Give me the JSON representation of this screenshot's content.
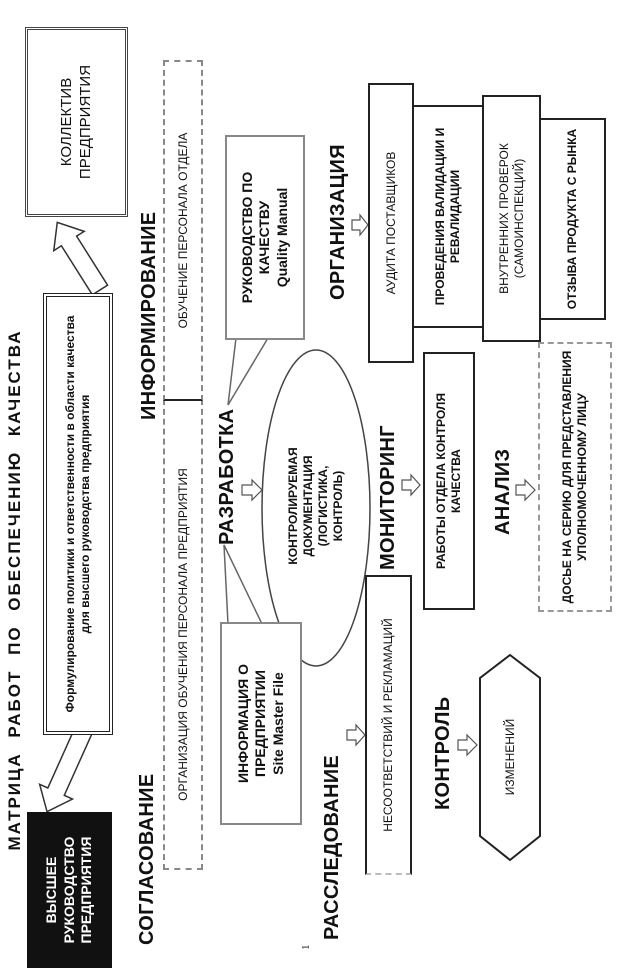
{
  "title": "МАТРИЦА РАБОТ ПО ОБЕСПЕЧЕНИЮ КАЧЕСТВА",
  "top_management": "ВЫСШЕЕ РУКОВОДСТВО ПРЕДПРИЯТИЯ",
  "policy": "Формулирование политики и ответственности в области качества для высшего руководства предприятия",
  "staff": "КОЛЛЕКТИВ ПРЕДПРИЯТИЯ",
  "headings": {
    "agreement": "СОГЛАСОВАНИЕ",
    "informing": "ИНФОРМИРОВАНИЕ",
    "development": "РАЗРАБОТКА",
    "investigation": "РАССЛЕДОВАНИЕ",
    "monitoring": "МОНИТОРИНГ",
    "control": "КОНТРОЛЬ",
    "analysis": "АНАЛИЗ",
    "organization": "ОРГАНИЗАЦИЯ"
  },
  "training": {
    "enterprise": "ОРГАНИЗАЦИЯ ОБУЧЕНИЯ ПЕРСОНАЛА ПРЕДПРИЯТИЯ",
    "department": "ОБУЧЕНИЕ ПЕРСОНАЛА ОТДЕЛА"
  },
  "site_master_file": {
    "line1": "ИНФОРМАЦИЯ О",
    "line2": "ПРЕДПРИЯТИИ",
    "line3": "Site Master File"
  },
  "quality_manual": {
    "line1": "РУКОВОДСТВО ПО",
    "line2": "КАЧЕСТВУ",
    "line3": "Quality Manual"
  },
  "controlled_docs": "КОНТРОЛИРУЕМАЯ ДОКУМЕНТАЦИЯ (ЛОГИСТИКА, КОНТРОЛЬ)",
  "nonconformities": "НЕСООТВЕТСТВИЙ И РЕКЛАМАЦИЙ",
  "qc_work": "РАБОТЫ ОТДЕЛА КОНТРОЛЯ КАЧЕСТВА",
  "changes": "ИЗМЕНЕНИЙ",
  "batch_dossier": "ДОСЬЕ НА СЕРИЮ ДЛЯ ПРЕДСТАВЛЕНИЯ УПОЛНОМОЧЕННОМУ ЛИЦУ",
  "organization_items": [
    "АУДИТА ПОСТАВЩИКОВ",
    "ПРОВЕДЕНИЯ ВАЛИДАЦИИ И РЕВАЛИДАЦИИ",
    "ВНУТРЕННИХ ПРОВЕРОК (САМОИНСПЕКЦИЙ)",
    "ОТЗЫВА ПРОДУКТА С РЫНКА"
  ],
  "page_number": "1"
}
